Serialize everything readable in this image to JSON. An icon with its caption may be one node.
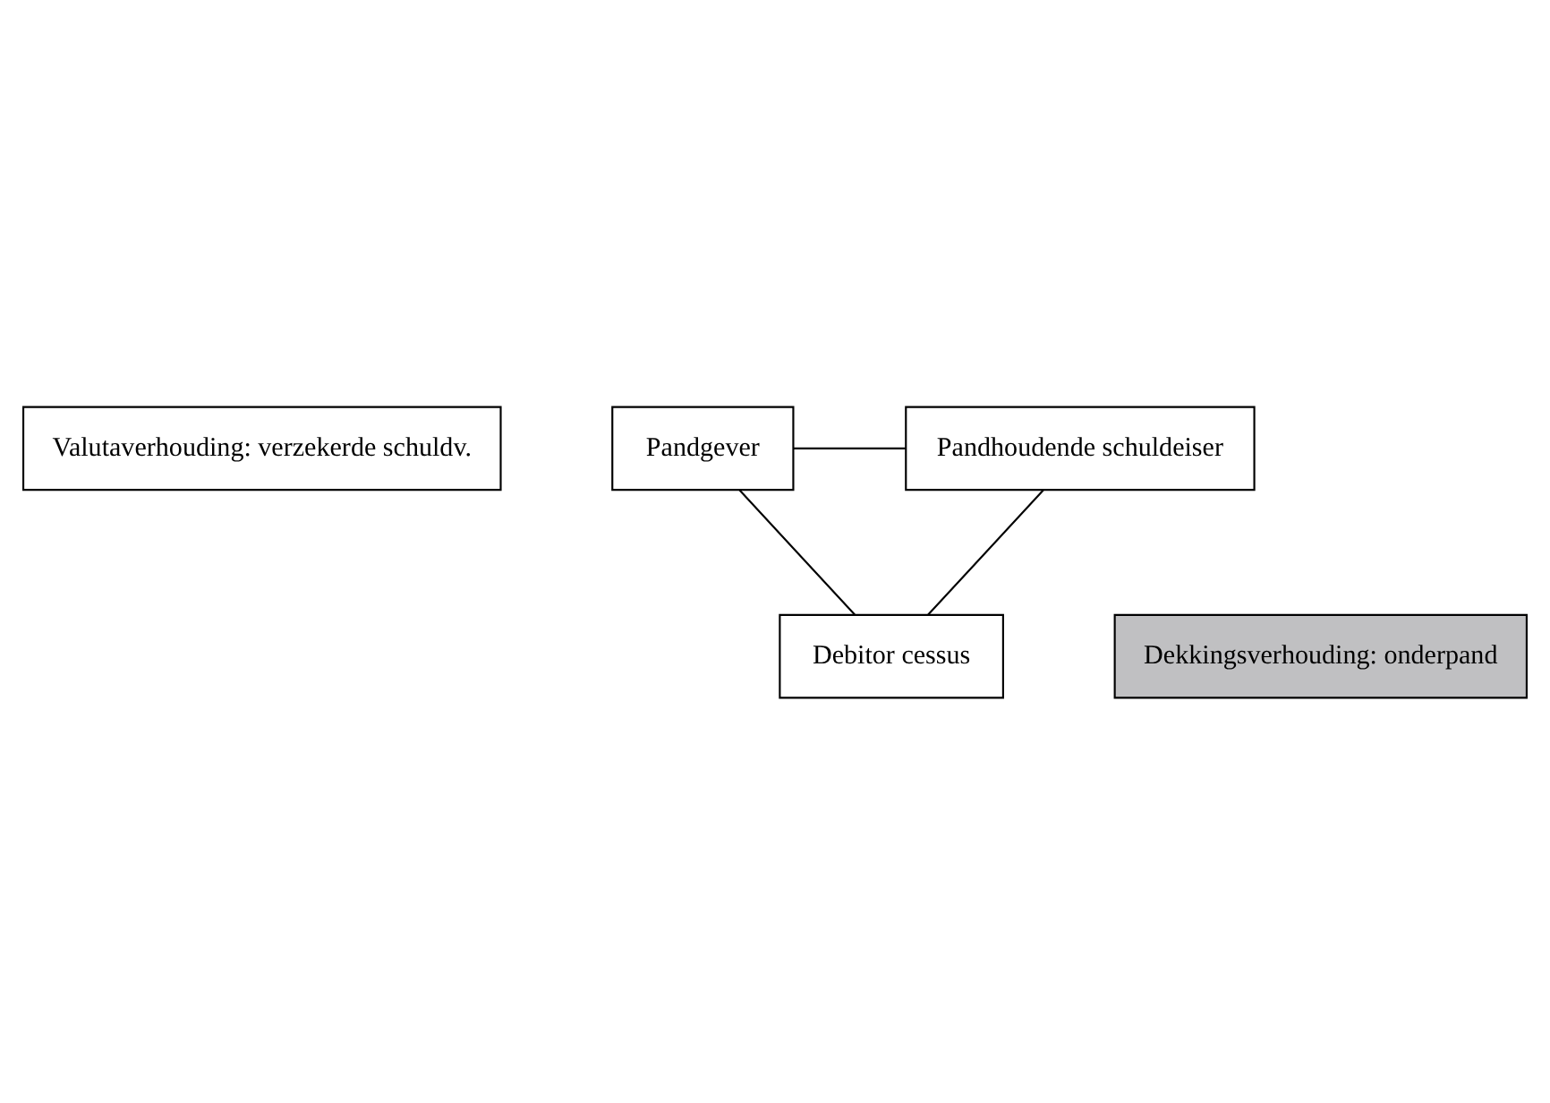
{
  "diagram": {
    "nodes": [
      {
        "text": [
          "Valutaverhouding: verzekerde schuldv."
        ]
      },
      {
        "text": [
          "Pandgever"
        ]
      },
      {
        "text": [
          "Pandhoudende schuldeiser"
        ]
      },
      {
        "text": [
          "Dekkingsverhouding: onderpand"
        ]
      },
      {
        "text": [
          "Debitor cessus"
        ]
      }
    ],
    "edges": [
      {
        "from": 1,
        "to": 2,
        "arrow": "none"
      },
      {
        "from": 1,
        "to": 4,
        "arrow": "none"
      },
      {
        "from": 2,
        "to": 4,
        "arrow": "none"
      }
    ]
  }
}
